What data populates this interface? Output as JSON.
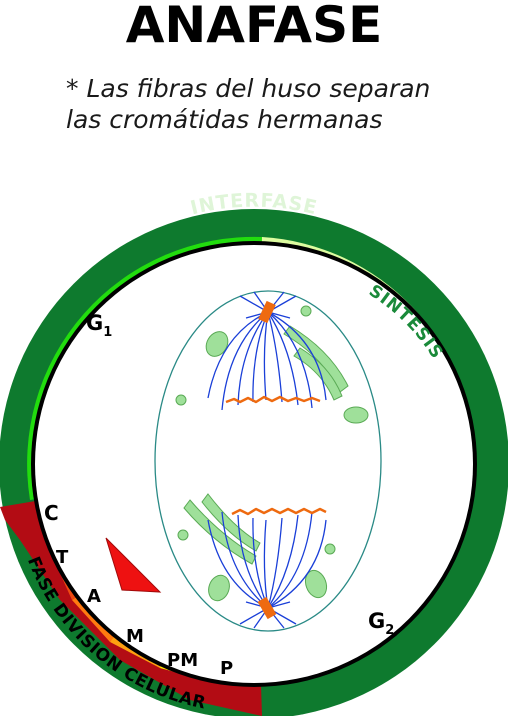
{
  "title": "ANAFASE",
  "subtitle": [
    "* Las fibras del huso separan",
    "las cromátidas hermanas"
  ],
  "phases": {
    "interfase": "INTERFASE",
    "sintesis": "SINTESIS",
    "g1_main": "G",
    "g1_sub": "1",
    "g2_main": "G",
    "g2_sub": "2",
    "fase_division": "FASE DIVISION CELULAR",
    "c": "C",
    "t": "T",
    "a": "A",
    "m": "M",
    "pm": "PM",
    "p": "P"
  },
  "colors": {
    "outer_ring": "#0e7a2e",
    "g1": "#22dd0e",
    "sintesis": "#ddfca0",
    "g2": "#97f291",
    "division_band": "#b30c14",
    "c": "#b6a0a6",
    "t": "#ef4a10",
    "a": "#ff7a10",
    "m": "#ffa010",
    "pm": "#ffee00",
    "p": "#fbf0b4",
    "pointer": "#ee1111",
    "spindle": "#1a3fd8",
    "chromosome": "#ee6a10",
    "organelle": "#9fe09a",
    "cell_outline": "#2a8a86"
  }
}
